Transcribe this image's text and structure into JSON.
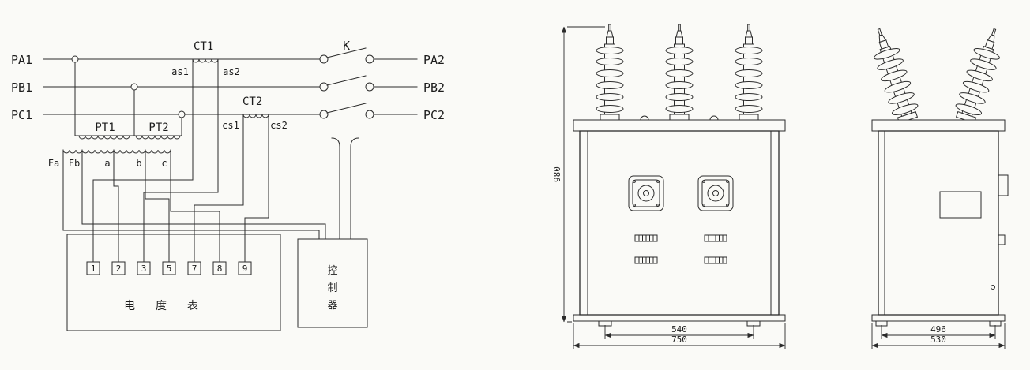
{
  "schematic": {
    "phases_in": [
      "PA1",
      "PB1",
      "PC1"
    ],
    "phases_out": [
      "PA2",
      "PB2",
      "PC2"
    ],
    "switch_label": "K",
    "ct1_label": "CT1",
    "ct2_label": "CT2",
    "ct1_terminals": [
      "as1",
      "as2"
    ],
    "ct2_terminals": [
      "cs1",
      "cs2"
    ],
    "pt_labels": [
      "PT1",
      "PT2"
    ],
    "pt_secondary_terminals": [
      "Fa",
      "Fb",
      "a",
      "b",
      "c"
    ],
    "meter": {
      "terminals": [
        "1",
        "2",
        "3",
        "5",
        "7",
        "8",
        "9"
      ],
      "label": "电 度 表"
    },
    "controller": {
      "chars": [
        "控",
        "制",
        "器"
      ]
    }
  },
  "front_view": {
    "height_dim": "980",
    "inner_width_dim": "540",
    "outer_width_dim": "750"
  },
  "side_view": {
    "inner_width_dim": "496",
    "outer_width_dim": "530"
  },
  "colors": {
    "line": "#2b2b2b",
    "paper": "#fafaf7"
  }
}
